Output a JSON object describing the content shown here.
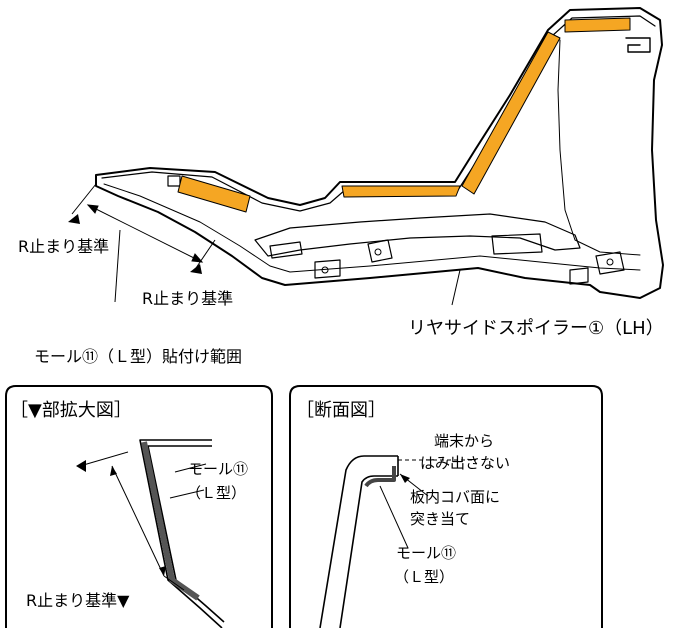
{
  "main_diagram": {
    "label_r_stop_top": "R止まり基準",
    "label_r_stop_bottom": "R止まり基準",
    "label_molding_range": "モール⑪（Ｌ型）貼付け範囲",
    "label_spoiler": "リヤサイドスポイラー①（LH）",
    "tape_color": "#f5a623"
  },
  "detail_panel": {
    "title": "［▼部拡大図］",
    "label_molding_line1": "モール⑪",
    "label_molding_line2": "（Ｌ型）",
    "label_r_stop": "R止まり基準▼"
  },
  "section_panel": {
    "title": "［断面図］",
    "label_edge_line1": "端末から",
    "label_edge_line2": "はみ出さない",
    "label_contact_line1": "板内コバ面に",
    "label_contact_line2": "突き当て",
    "label_molding_line1": "モール⑪",
    "label_molding_line2": "（Ｌ型）"
  }
}
